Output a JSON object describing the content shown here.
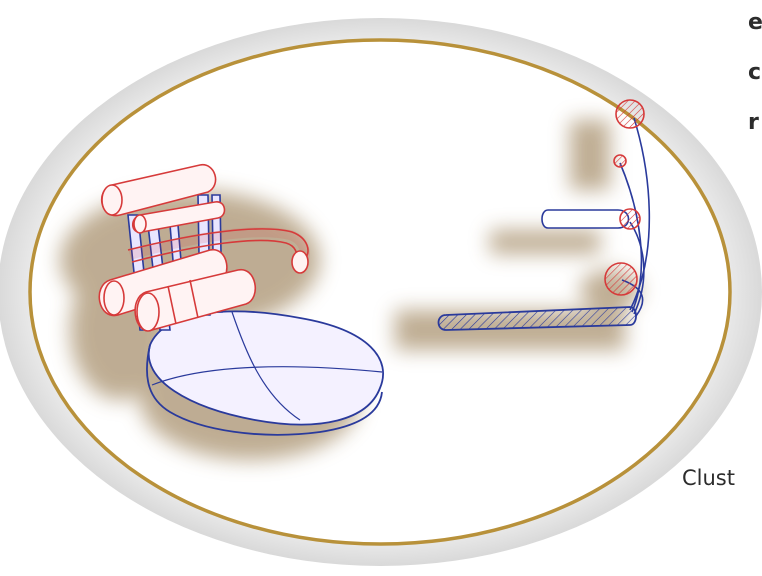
{
  "illustration": {
    "subject": "chair-sketch",
    "colors": {
      "frame": "#b8913a",
      "blue_ink": "#2a3a9c",
      "red_ink": "#d63a3a",
      "shadow": "#8a6a3a"
    }
  },
  "side_text": {
    "line1": "e",
    "line2": "c",
    "line3": "r"
  },
  "caption": {
    "text": "Clust"
  }
}
